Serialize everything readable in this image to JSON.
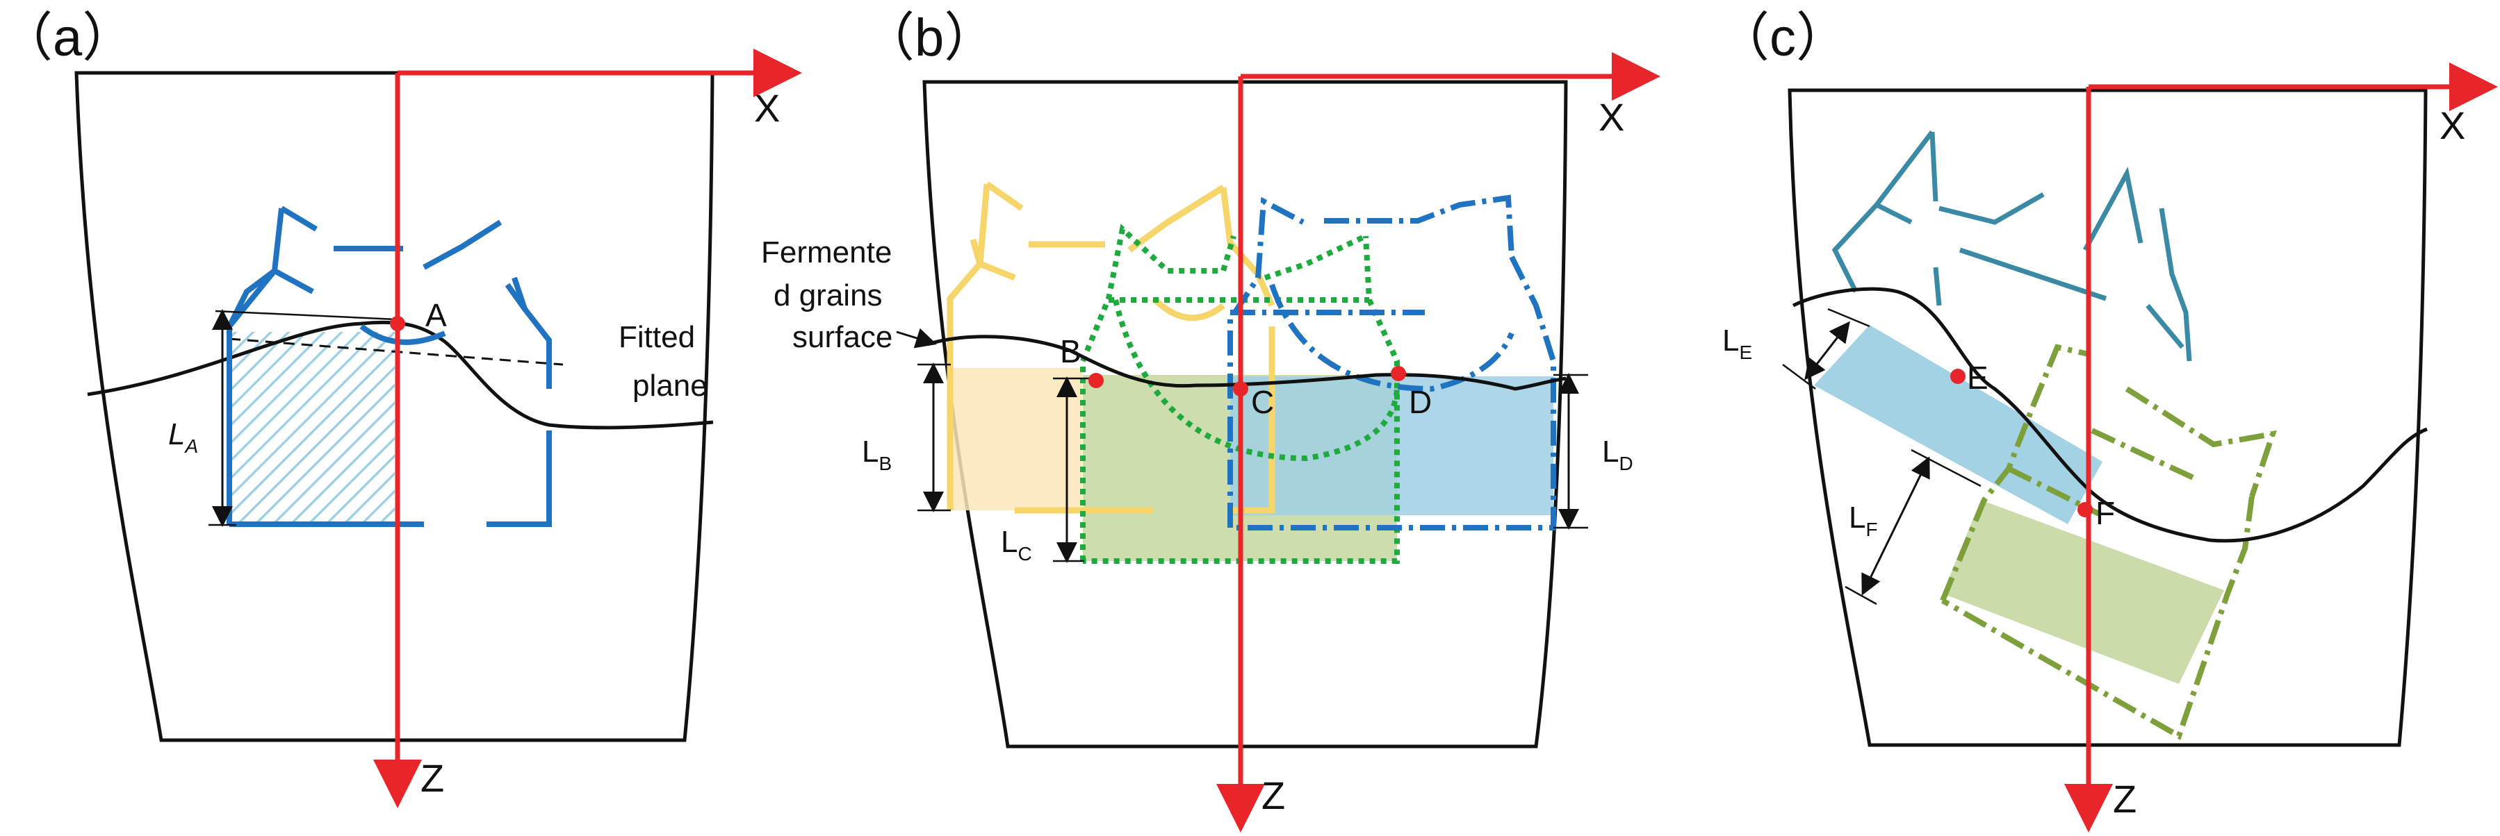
{
  "panels": [
    {
      "id": "a",
      "label": "（a）",
      "axis_x": "X",
      "axis_z": "Z"
    },
    {
      "id": "b",
      "label": "（b）",
      "axis_x": "X",
      "axis_z": "Z"
    },
    {
      "id": "c",
      "label": "（c）",
      "axis_x": "X",
      "axis_z": "Z"
    }
  ],
  "points": {
    "A": "A",
    "B": "B",
    "C": "C",
    "D": "D",
    "E": "E",
    "F": "F"
  },
  "dimensions": {
    "LA": {
      "main": "L",
      "sub": "A"
    },
    "LB": {
      "main": "L",
      "sub": "B"
    },
    "LC": {
      "main": "L",
      "sub": "C"
    },
    "LD": {
      "main": "L",
      "sub": "D"
    },
    "LE": {
      "main": "L",
      "sub": "E"
    },
    "LF": {
      "main": "L",
      "sub": "F"
    }
  },
  "annotations": {
    "fitted_line1": "Fitted",
    "fitted_line2": "plane",
    "surface_line1": "Fermente",
    "surface_line2": "d grains",
    "surface_line3": "surface"
  },
  "colors": {
    "axis": "#e8262a",
    "outline": "#111111",
    "blue": "#1f73c0",
    "yellow": "#f6d56a",
    "green": "#1eaa3c",
    "teal": "#3a8aa6",
    "olive": "#7ea03a",
    "blue_fill": "#9fd0e4",
    "yellow_fill": "#fbe6b8",
    "green_fill": "#c5d7a0",
    "red_point": "#e8262a"
  }
}
